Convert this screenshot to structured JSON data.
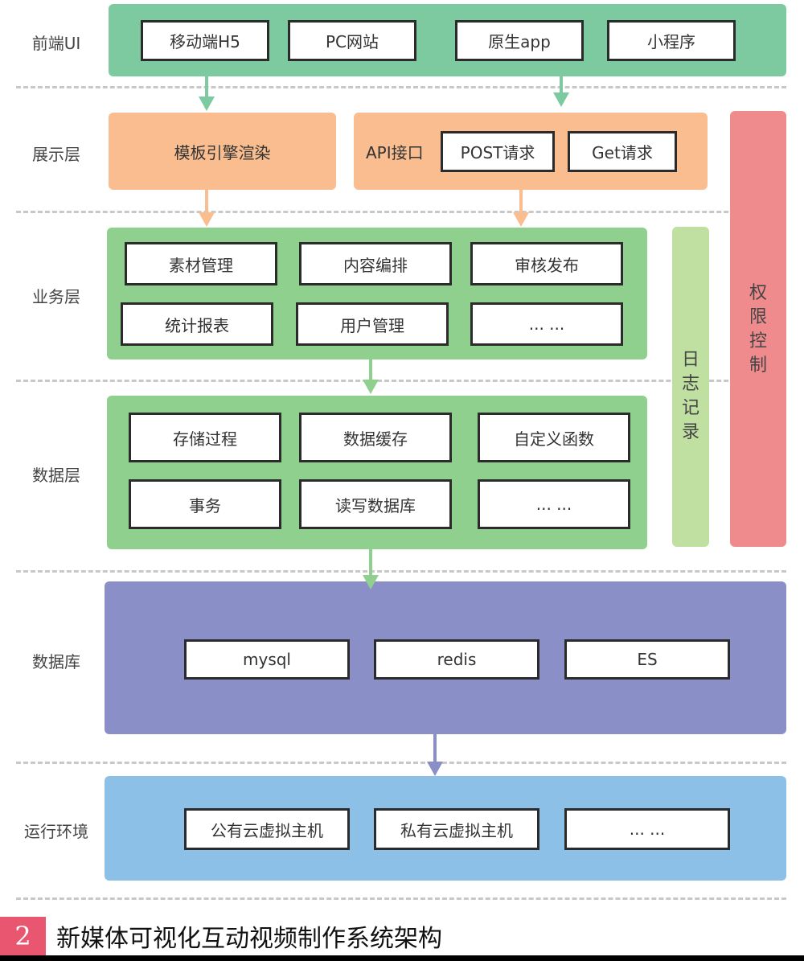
{
  "layers": {
    "frontend": "前端UI",
    "presentation": "展示层",
    "business": "业务层",
    "data": "数据层",
    "database": "数据库",
    "runtime": "运行环境"
  },
  "frontend": [
    "移动端H5",
    "PC网站",
    "原生app",
    "小程序"
  ],
  "presentation": {
    "template": "模板引擎渲染",
    "api_label": "API接口",
    "post": "POST请求",
    "get": "Get请求"
  },
  "business": [
    "素材管理",
    "内容编排",
    "审核发布",
    "统计报表",
    "用户管理",
    "... ..."
  ],
  "data_layer": [
    "存储过程",
    "数据缓存",
    "自定义函数",
    "事务",
    "读写数据库",
    "... ..."
  ],
  "database": [
    "mysql",
    "redis",
    "ES"
  ],
  "runtime": [
    "公有云虚拟主机",
    "私有云虚拟主机",
    "... ..."
  ],
  "side": {
    "log": [
      "日",
      "志",
      "记",
      "录"
    ],
    "auth": [
      "权",
      "限",
      "控",
      "制"
    ]
  },
  "caption": {
    "number": "2",
    "title": "新媒体可视化互动视频制作系统架构"
  },
  "colors": {
    "frontend": "#7dcaa0",
    "presentation": "#f9bd8f",
    "business": "#8fd08f",
    "log": "#bfe0a0",
    "auth": "#f08b8d",
    "database": "#8a8fc8",
    "runtime": "#8cc0e6"
  }
}
